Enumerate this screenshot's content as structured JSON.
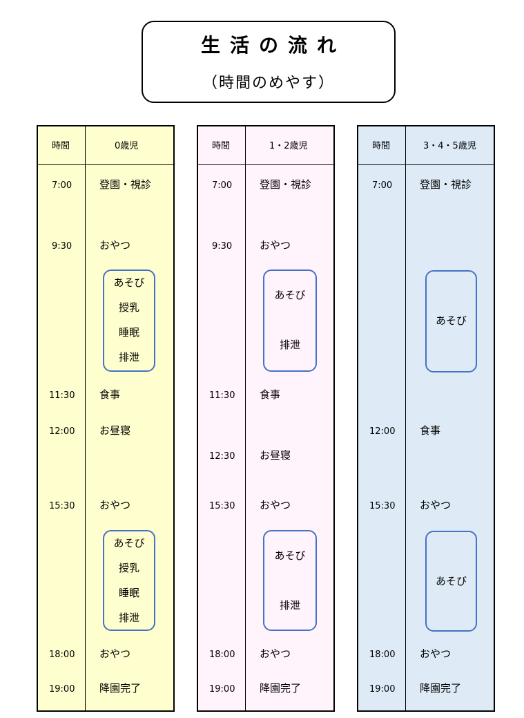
{
  "title": {
    "main": "生活の流れ",
    "sub": "（時間のめやす）"
  },
  "columns": [
    {
      "header_time": "時間",
      "header_age": "0歳児",
      "bg": "#fffece",
      "rows": [
        {
          "time": "7:00",
          "activity": "登園・視診"
        },
        {
          "time": "9:30",
          "activity": "おやつ"
        },
        {
          "time": "11:30",
          "activity": "食事"
        },
        {
          "time": "12:00",
          "activity": "お昼寝"
        },
        {
          "time": "15:30",
          "activity": "おやつ"
        },
        {
          "time": "18:00",
          "activity": "おやつ"
        },
        {
          "time": "19:00",
          "activity": "降園完了"
        }
      ],
      "bubbles": [
        {
          "lines": [
            "あそび",
            "授乳",
            "睡眠",
            "排泄"
          ]
        },
        {
          "lines": [
            "あそび",
            "授乳",
            "睡眠",
            "排泄"
          ]
        }
      ]
    },
    {
      "header_time": "時間",
      "header_age": "1・2歳児",
      "bg": "#fff3fc",
      "rows": [
        {
          "time": "7:00",
          "activity": "登園・視診"
        },
        {
          "time": "9:30",
          "activity": "おやつ"
        },
        {
          "time": "11:30",
          "activity": "食事"
        },
        {
          "time": "12:30",
          "activity": "お昼寝"
        },
        {
          "time": "15:30",
          "activity": "おやつ"
        },
        {
          "time": "18:00",
          "activity": "おやつ"
        },
        {
          "time": "19:00",
          "activity": "降園完了"
        }
      ],
      "bubbles": [
        {
          "lines": [
            "あそび",
            "排泄"
          ]
        },
        {
          "lines": [
            "あそび",
            "排泄"
          ]
        }
      ]
    },
    {
      "header_time": "時間",
      "header_age": "3・4・5歳児",
      "bg": "#deebf7",
      "rows": [
        {
          "time": "7:00",
          "activity": "登園・視診"
        },
        {
          "time": "12:00",
          "activity": "食事"
        },
        {
          "time": "15:30",
          "activity": "おやつ"
        },
        {
          "time": "18:00",
          "activity": "おやつ"
        },
        {
          "time": "19:00",
          "activity": "降園完了"
        }
      ],
      "bubbles": [
        {
          "lines": [
            "あそび"
          ]
        },
        {
          "lines": [
            "あそび"
          ]
        }
      ]
    }
  ],
  "colors": {
    "bubble_border": "#4472c4"
  }
}
